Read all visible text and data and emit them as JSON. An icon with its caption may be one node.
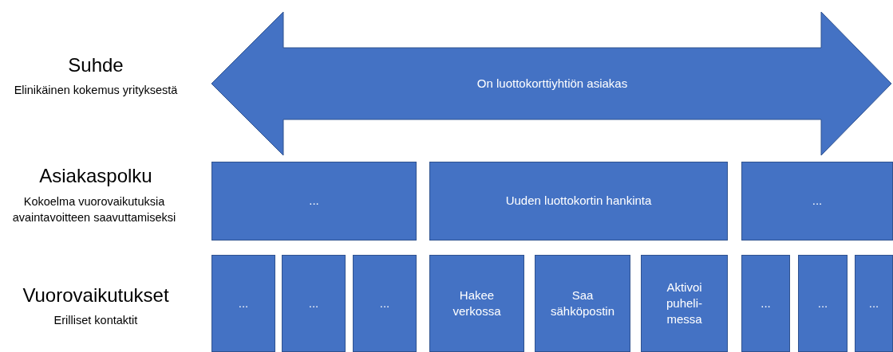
{
  "diagram": {
    "nodes": [
      {
        "text": [
          "On luottokorttiyhtiön asiakas"
        ]
      },
      {
        "text": [
          "..."
        ]
      },
      {
        "text": [
          "Uuden luottokortin hankinta"
        ]
      },
      {
        "text": [
          "..."
        ]
      },
      {
        "text": [
          "..."
        ]
      },
      {
        "text": [
          "..."
        ]
      },
      {
        "text": [
          "..."
        ]
      },
      {
        "text": [
          "Hakee verkossa"
        ]
      },
      {
        "text": [
          "Saa sähköpostin"
        ]
      },
      {
        "text": [
          "Aktivoi puheli-messa"
        ]
      },
      {
        "text": [
          "..."
        ]
      },
      {
        "text": [
          "..."
        ]
      },
      {
        "text": [
          "..."
        ]
      }
    ],
    "labels": [
      "Suhde",
      "Elinikäinen kokemus yrityksestä",
      "Asiakaspolku",
      "Kokoelma vuorovaikutuksia avaintavoitteen saavuttamiseksi",
      "Vuorovaikutukset",
      "Erilliset kontaktit"
    ]
  }
}
